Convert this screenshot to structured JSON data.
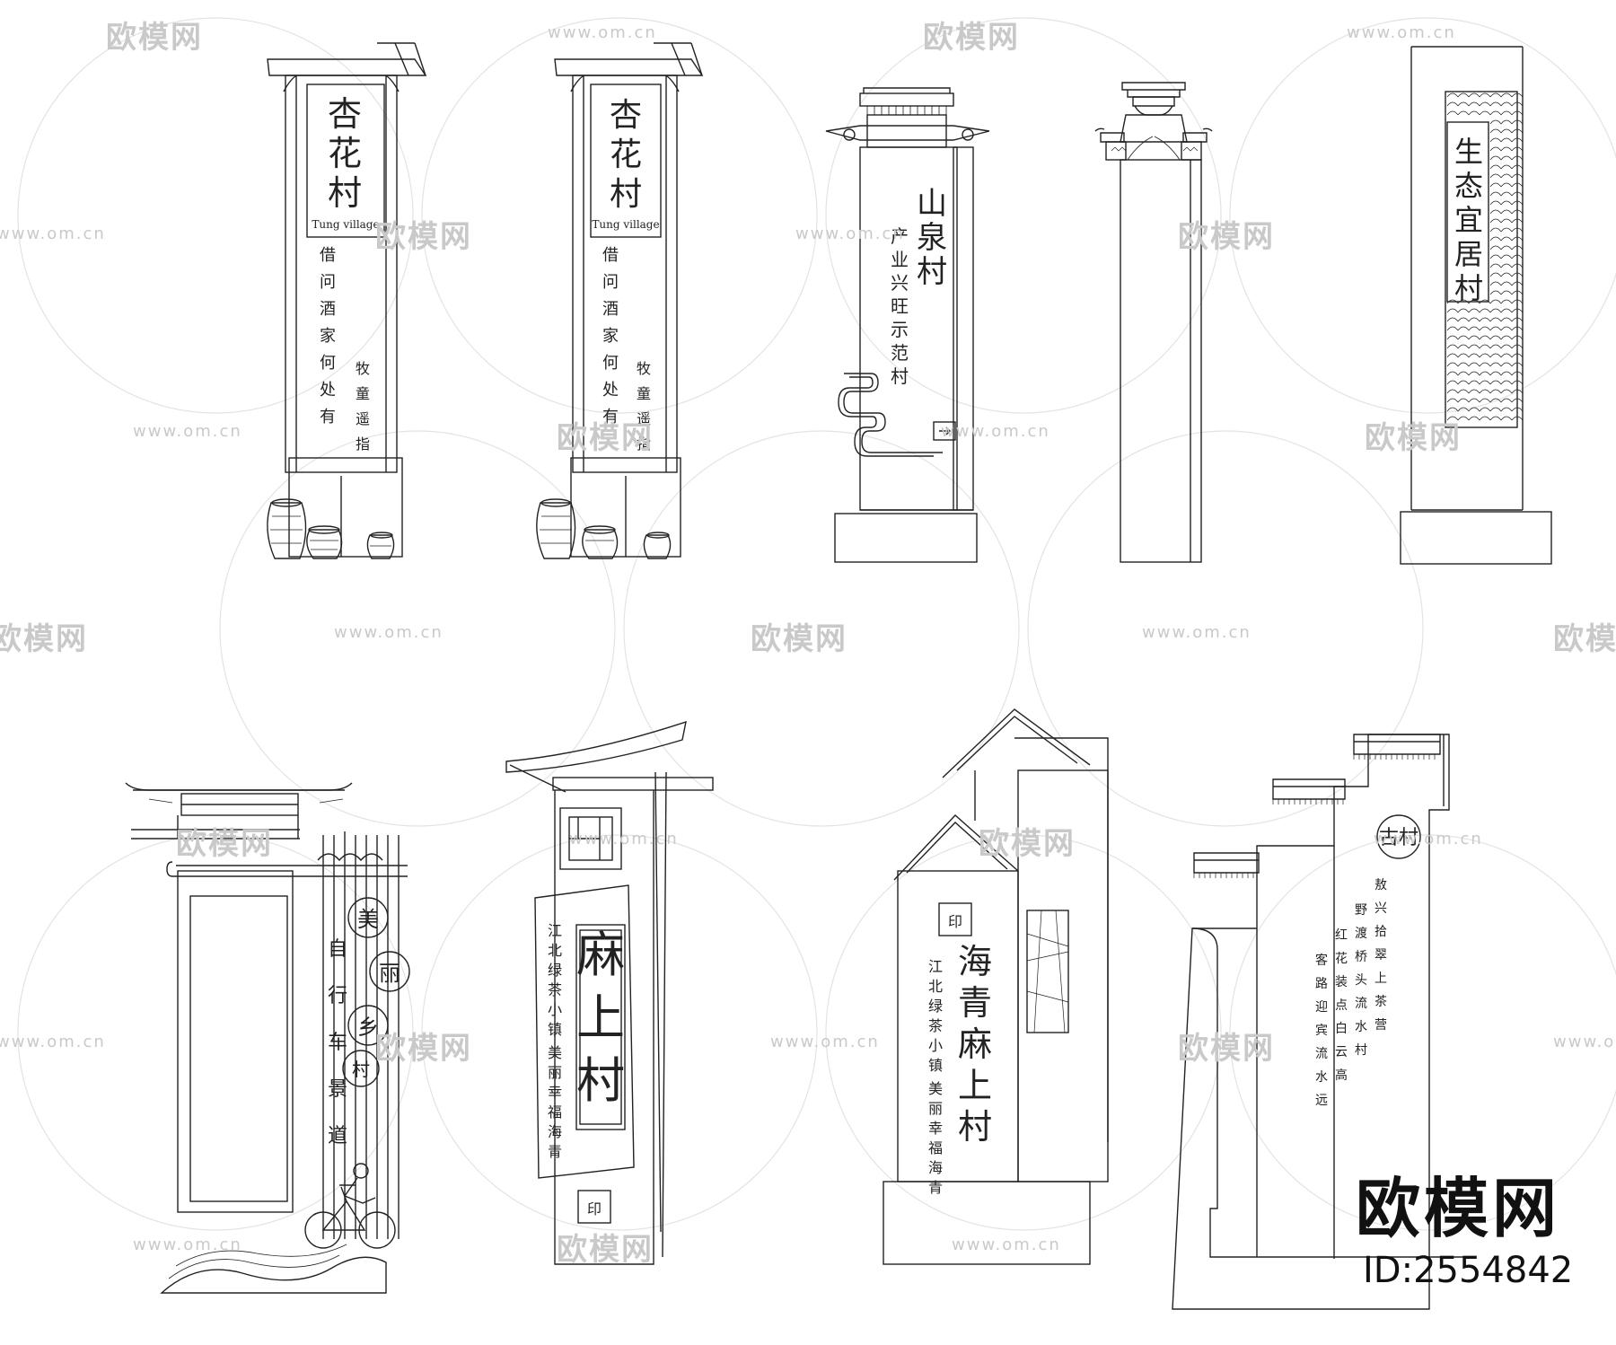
{
  "watermark": {
    "brand": "欧模网",
    "url": "www.om.cn"
  },
  "brand_mark": {
    "name": "欧模网",
    "id": "ID:2554842"
  },
  "signs": {
    "s1": {
      "title": [
        "杏",
        "花",
        "村"
      ],
      "subtitle": "Tung village",
      "poem_left": [
        "借",
        "问",
        "酒",
        "家",
        "何",
        "处",
        "有"
      ],
      "poem_right": [
        "牧",
        "童",
        "遥",
        "指"
      ]
    },
    "s2": {
      "title": [
        "杏",
        "花",
        "村"
      ],
      "subtitle": "Tung village",
      "poem_left": [
        "借",
        "问",
        "酒",
        "家",
        "何",
        "处",
        "有"
      ],
      "poem_right": [
        "牧",
        "童",
        "遥",
        "指"
      ]
    },
    "s3": {
      "title": [
        "山",
        "泉",
        "村"
      ],
      "sub": [
        "产",
        "业",
        "兴",
        "旺",
        "示",
        "范",
        "村"
      ]
    },
    "s5": {
      "title": [
        "生",
        "态",
        "宜",
        "居",
        "村"
      ]
    },
    "s6": {
      "circles": [
        "美",
        "丽",
        "乡",
        "村"
      ],
      "column": [
        "自",
        "行",
        "车",
        "景",
        "道"
      ]
    },
    "s7": {
      "title": [
        "麻",
        "上",
        "村"
      ],
      "side": [
        "江",
        "北",
        "绿",
        "茶",
        "小",
        "镇"
      ],
      "side2": [
        "美",
        "丽",
        "幸",
        "福",
        "海",
        "青"
      ]
    },
    "s8": {
      "title": [
        "海",
        "青",
        "麻",
        "上",
        "村"
      ],
      "side": [
        "江",
        "北",
        "绿",
        "茶",
        "小",
        "镇"
      ],
      "side2": [
        "美",
        "丽",
        "幸",
        "福",
        "海",
        "青"
      ]
    },
    "s9": {
      "badge": "古村",
      "lines": [
        "敖兴拾翠上茶营",
        "野渡桥头流水村",
        "红花装点白云高",
        "客路迎宾流水远"
      ]
    }
  }
}
